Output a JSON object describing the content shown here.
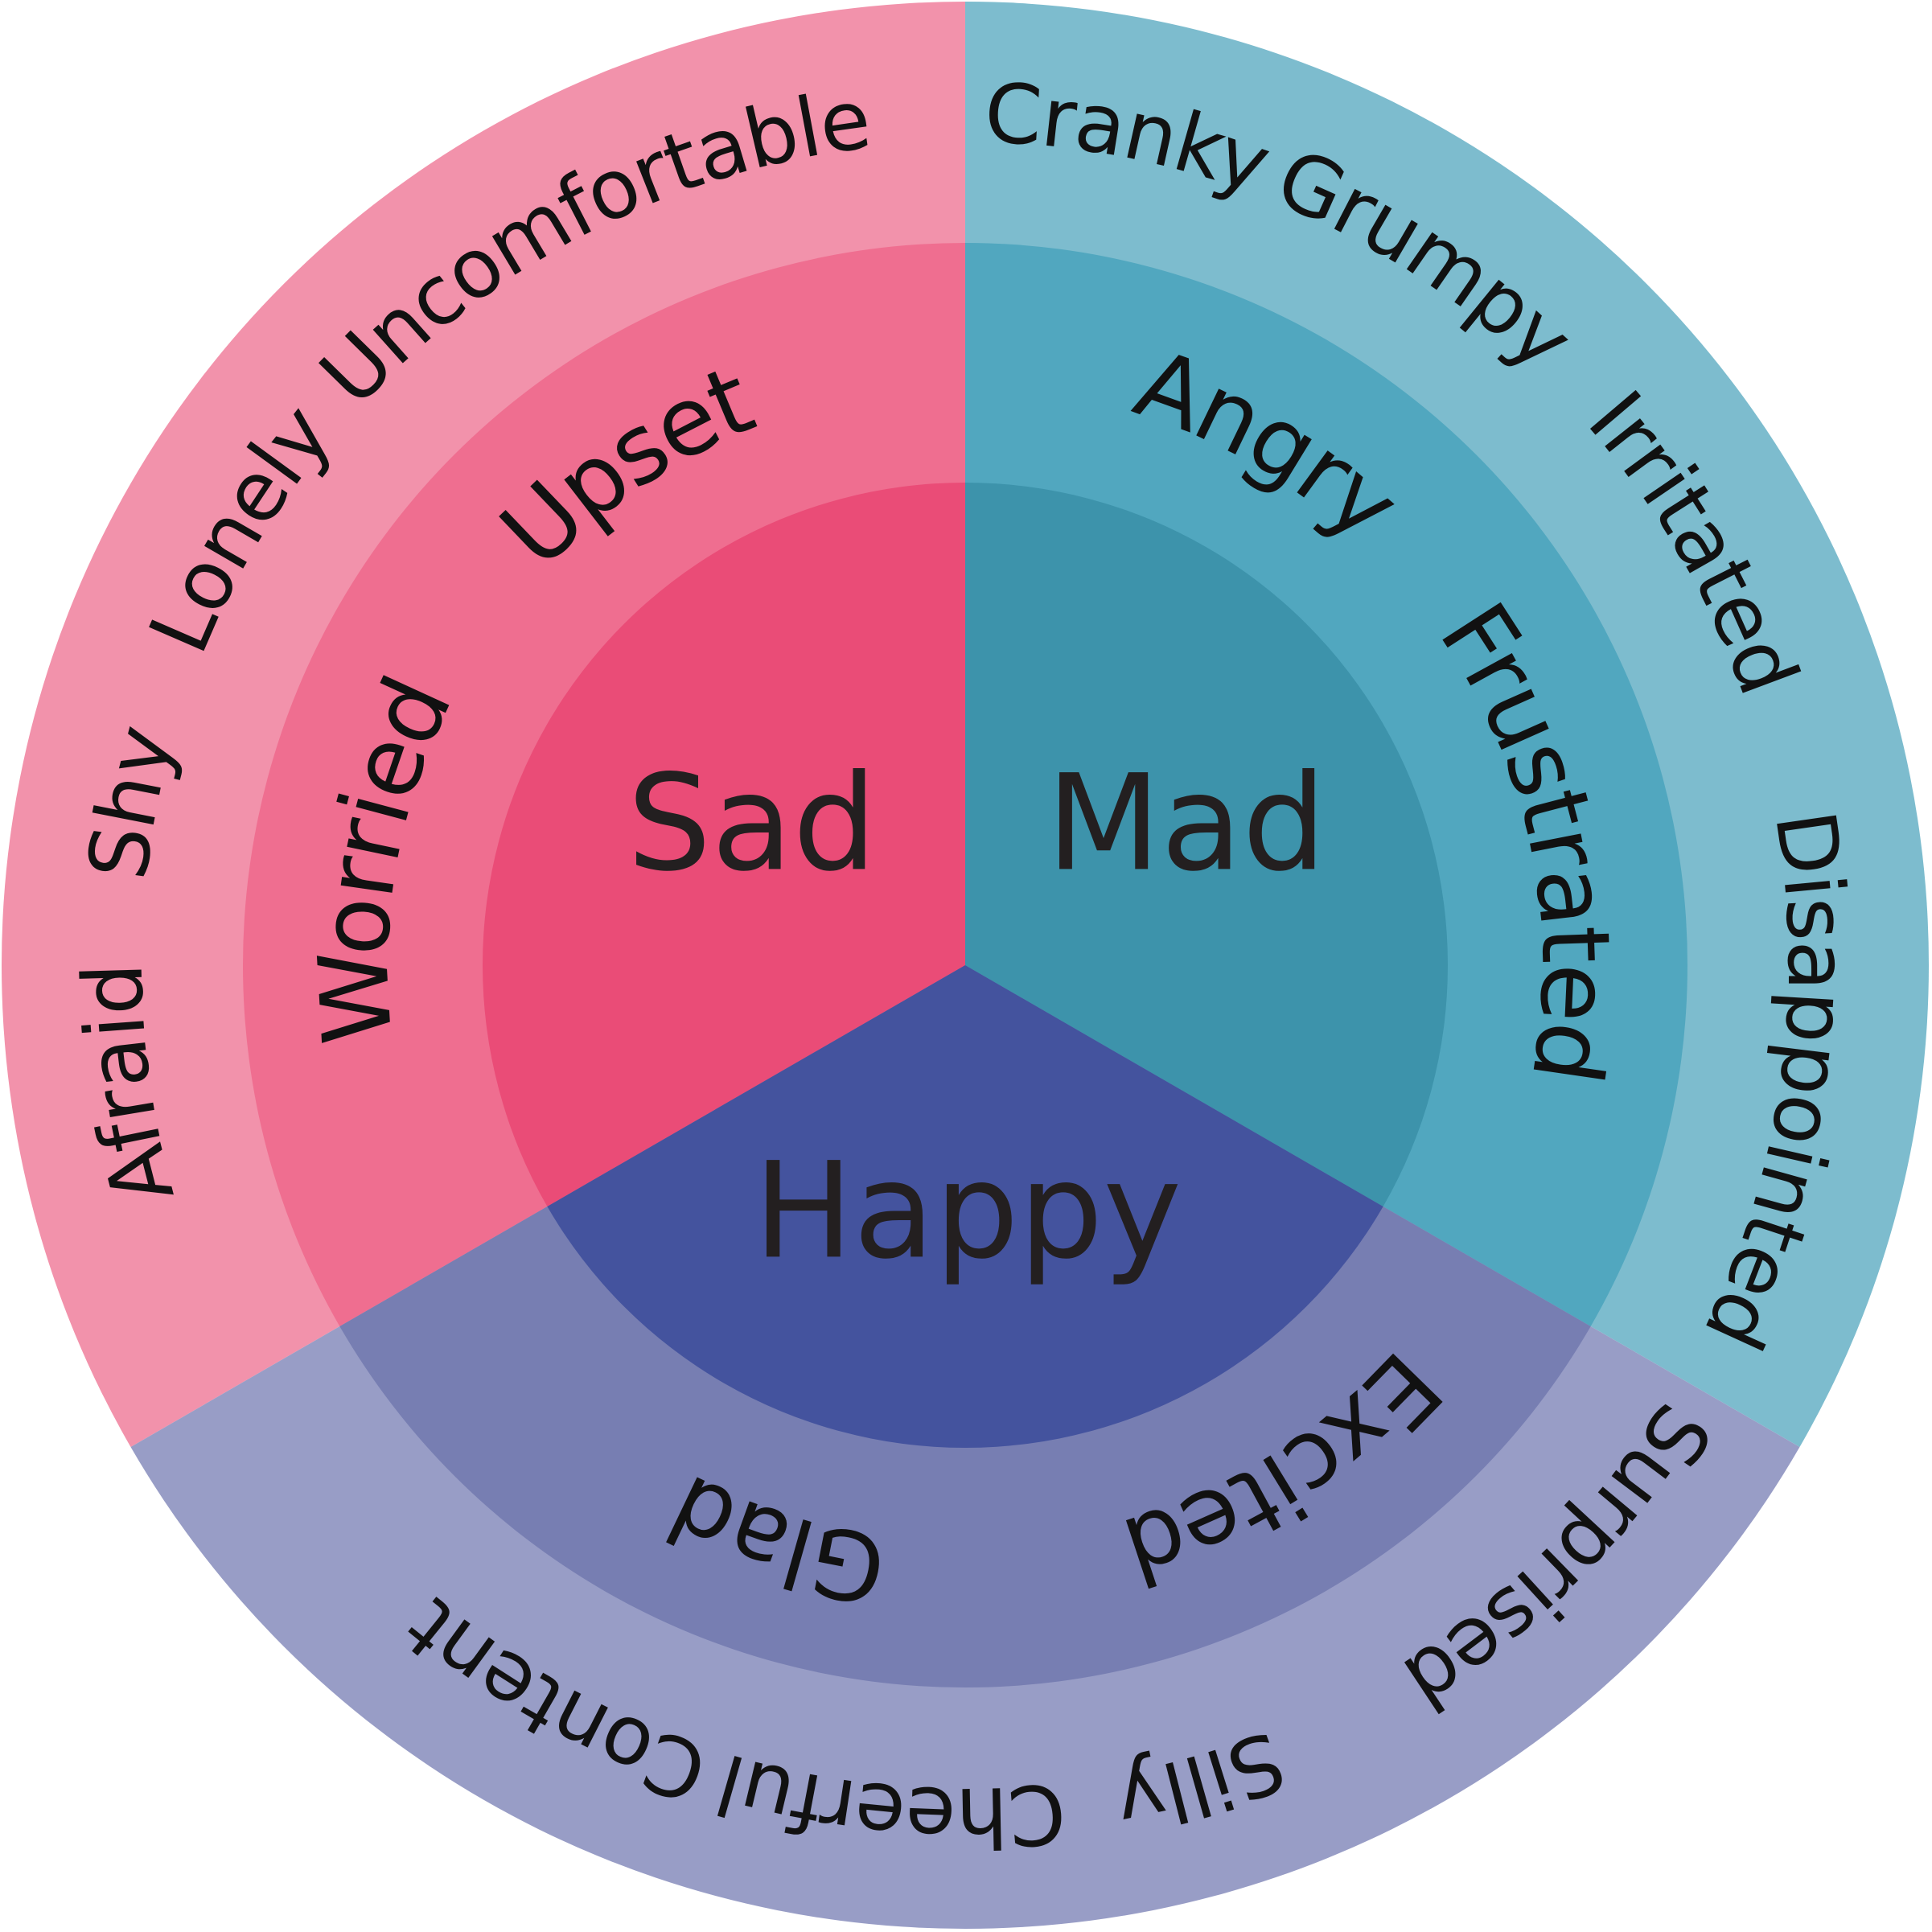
{
  "wheel": {
    "sections": [
      {
        "id": "sad",
        "core": "Sad",
        "colors": {
          "core": "#EA4C77",
          "middle": "#EF6E90",
          "outer": "#F292AB"
        },
        "middle_words": [
          "Worried",
          "Upset"
        ],
        "outer_words": [
          "Afraid",
          "Shy",
          "Lonely",
          "Uncomfortable"
        ]
      },
      {
        "id": "mad",
        "core": "Mad",
        "colors": {
          "core": "#3D93AB",
          "middle": "#51A7BF",
          "outer": "#7DBCCE"
        },
        "middle_words": [
          "Angry",
          "Frustrated"
        ],
        "outer_words": [
          "Cranky",
          "Grumpy",
          "Irritated",
          "Disappointed"
        ]
      },
      {
        "id": "happy",
        "core": "Happy",
        "colors": {
          "core": "#44539E",
          "middle": "#777EB2",
          "outer": "#989DC6"
        },
        "middle_words": [
          "Excited",
          "Glad"
        ],
        "outer_words": [
          "Surprised",
          "Silly",
          "Cheerful",
          "Content"
        ]
      }
    ]
  }
}
